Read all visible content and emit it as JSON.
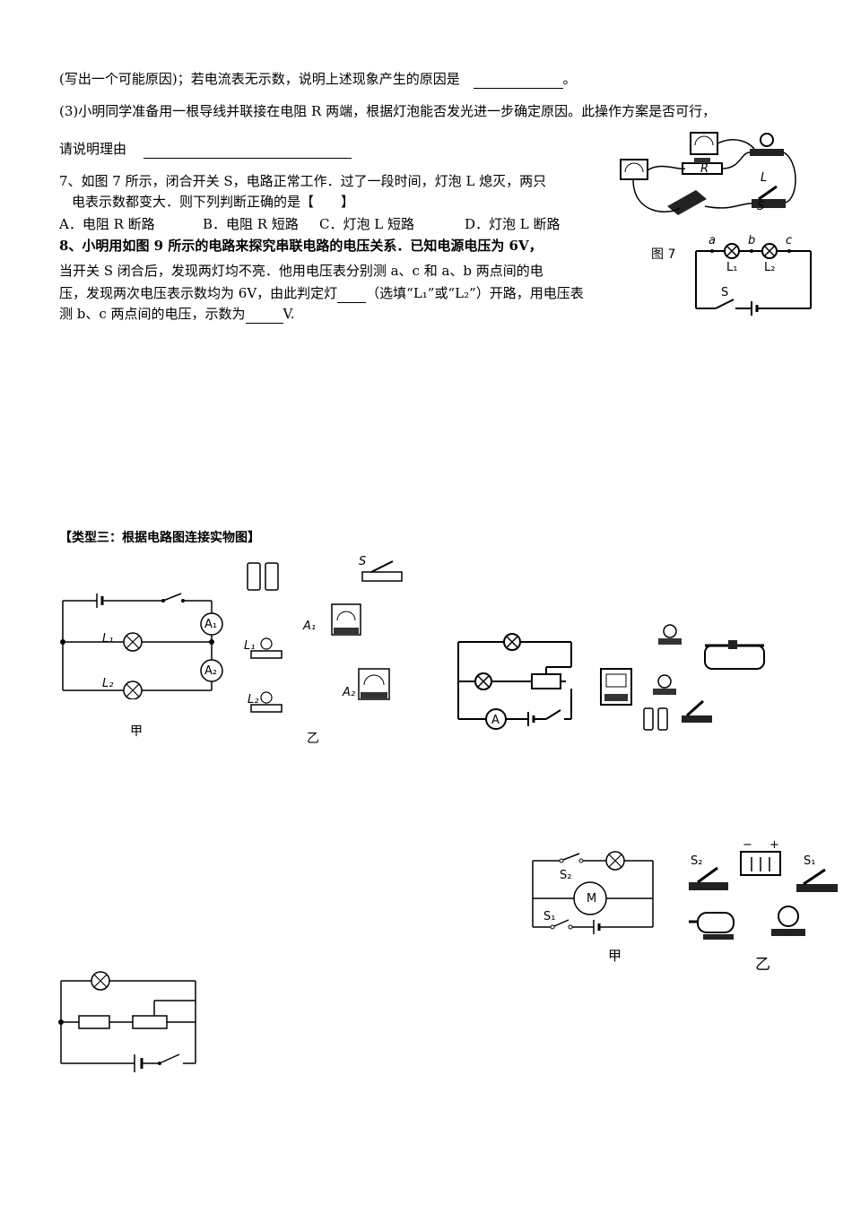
{
  "q6": {
    "line1_a": "(写出一个可能原因)；若电流表无示数，说明上述现象产生的原因是",
    "line1_end": "。",
    "line2": "(3)小明同学准备用一根导线并联接在电阻 R 两端，根据灯泡能否发光进一步确定原因。此操作方案是否可行，",
    "line3": "请说明理由"
  },
  "q7": {
    "line1": "7、如图 7 所示，闭合开关 S，电路正常工作．过了一段时间，灯泡 L 熄灭，两只",
    "line2": "电表示数都变大．则下列判断正确的是【　　】",
    "opt_a": "A．电阻 R 断路",
    "opt_b": "B．电阻 R 短路",
    "opt_c": "C．灯泡 L 短路",
    "opt_d": "D．灯泡 L 断路",
    "fig_label": "图 7",
    "fig_R": "R",
    "fig_L": "L",
    "fig_S": "S"
  },
  "q8": {
    "line1": "8、小明用如图 9 所示的电路来探究串联电路的电压关系．已知电源电压为 6V，",
    "line2": "当开关 S 闭合后，发现两灯均不亮．他用电压表分别测 a、c 和 a、b 两点间的电",
    "line3_a": "压，发现两次电压表示数均为 6V，由此判定灯",
    "line3_b": "（选填“L₁”或“L₂”）开路，用电压表",
    "line4_a": "测 b、c 两点间的电压，示数为",
    "line4_b": "V.",
    "fig_a": "a",
    "fig_b": "b",
    "fig_c": "c",
    "fig_L1": "L₁",
    "fig_L2": "L₂",
    "fig_S": "S"
  },
  "type3": {
    "title": "【类型三：根据电路图连接实物图】",
    "fig1_L1": "L₁",
    "fig1_L2": "L₂",
    "fig1_A1": "A₁",
    "fig1_A2": "A₂",
    "fig1_jia": "甲",
    "fig1_yi": "乙",
    "fig1_S": "S",
    "fig1_pL1": "L₁",
    "fig1_pL2": "L₂",
    "fig1_pA1": "A₁",
    "fig1_pA2": "A₂",
    "fig2_A": "A",
    "fig3_S2": "S₂",
    "fig3_S1": "S₁",
    "fig3_M": "M",
    "fig3_jia": "甲",
    "fig3_yi": "乙",
    "fig3_pS2": "S₂",
    "fig3_pS1": "S₁",
    "fig3_minus": "−",
    "fig3_plus": "+"
  }
}
